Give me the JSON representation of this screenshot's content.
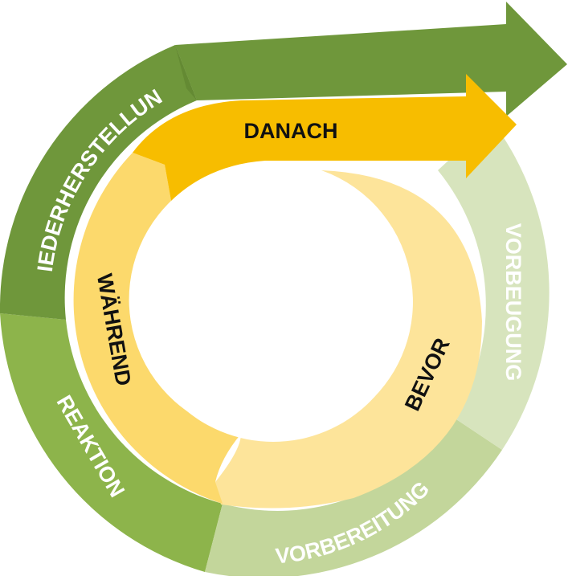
{
  "outer_ring": {
    "wiederherstellung": "WIEDERHERSTELLUNG",
    "reaktion": "REAKTION",
    "vorbereitung": "VORBEREITUNG",
    "vorbeugung": "VORBEUGUNG"
  },
  "inner_ring": {
    "danach": "DANACH",
    "waehrend": "WÄHREND",
    "bevor": "BEVOR"
  },
  "colors": {
    "dark_green": "#6f973b",
    "mid_green": "#8db44b",
    "light_green": "#c3d69b",
    "pale_green": "#d7e4bd",
    "gold": "#f7bd00",
    "yellow": "#fcd96c",
    "pale_yellow": "#fde49a"
  }
}
